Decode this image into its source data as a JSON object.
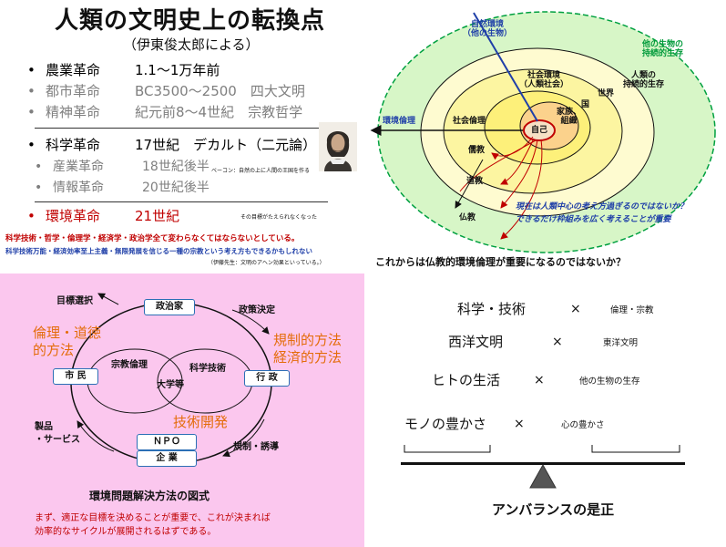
{
  "q1": {
    "title": "人類の文明史上の転換点",
    "subtitle": "（伊東俊太郎による）",
    "bullet": "•",
    "revolutions": [
      {
        "name": "農業革命",
        "detail": "1.1〜1万年前",
        "color": "#111111"
      },
      {
        "name": "都市革命",
        "detail": "BC3500〜2500　四大文明",
        "color": "#7f7f7f"
      },
      {
        "name": "精神革命",
        "detail": "紀元前8〜4世紀　宗教哲学",
        "color": "#7f7f7f"
      },
      {
        "name": "科学革命",
        "detail": "17世紀　デカルト（二元論）",
        "color": "#111111"
      },
      {
        "name": "産業革命",
        "detail": "18世紀後半",
        "color": "#7f7f7f"
      },
      {
        "name": "情報革命",
        "detail": "20世紀後半",
        "color": "#7f7f7f"
      },
      {
        "name": "環境革命",
        "detail": "21世紀",
        "color": "#c00000"
      }
    ],
    "bacon_note": "ベーコン：自然の上に人間の王国を作る",
    "crossroads_note": "その目標がたえられなくなった",
    "red_line": "科学技術・哲学・倫理学・経済学・政治学全て変わらなくてはならないとしている。",
    "blue_line": "科学技術万能・経済効率至上主義・無限発展を信じる一種の宗教という考え方もできるかもしれない",
    "credit": "（伊藤先生：文明のアヘン効果といっている。）"
  },
  "q2": {
    "labels": {
      "nature": "自然環境\n（他の生物）",
      "other_life": "他の生物の\n持続的生存",
      "society": "社会環境\n（人類社会）",
      "human": "人類の\n持続的生存",
      "world": "世界",
      "nation": "国",
      "env_ethics": "環境倫理",
      "social_ethics": "社会倫理",
      "family": "家族、\n組織",
      "self": "自己",
      "confucian": "儒教",
      "tao": "道教",
      "buddhism": "仏教"
    },
    "question": "現在は人類中心の考え方過ぎるのではないか？\nできるだけ枠組みを広く考えることが重要",
    "caption": "これからは仏教的環境倫理が重要になるのではないか？"
  },
  "q3": {
    "boxes": {
      "politician": "政治家",
      "citizen": "市 民",
      "admin": "行 政",
      "npo": "ＮＰＯ",
      "company": "企 業"
    },
    "labels": {
      "goal": "目標選択",
      "policy": "政策決定",
      "ethics_method": "倫理・道徳\n的方法",
      "reg_method": "規制的方法\n経済的方法",
      "religious_ethics": "宗教倫理",
      "scitech": "科学技術",
      "university": "大学等",
      "tech_dev": "技術開発",
      "products": "製品\n・サービス",
      "regulation": "規制・誘導"
    },
    "title": "環境問題解決方法の図式",
    "note": "まず、適正な目標を決めることが重要で、これが決まれば\n効率的なサイクルが展開されるはずである。"
  },
  "q4": {
    "rows": [
      {
        "left": "科学・技術",
        "times": "×",
        "right": "倫理・宗教"
      },
      {
        "left": "西洋文明",
        "times": "×",
        "right": "東洋文明"
      },
      {
        "left": "ヒトの生活",
        "times": "×",
        "right": "他の生物の生存"
      },
      {
        "left": "モノの豊かさ",
        "times": "×",
        "right": "心の豊かさ"
      }
    ],
    "title": "アンバランスの是正"
  },
  "colors": {
    "outer_ring": "#d7f6c7",
    "middle_ring": "#fefbd0",
    "inner_ring": "#fcf5a1",
    "core": "#fbd28c",
    "pink_bg": "#fbc7ee",
    "accent_red": "#c00000",
    "accent_blue": "#1f3fa8",
    "accent_orange": "#e46c0a"
  }
}
